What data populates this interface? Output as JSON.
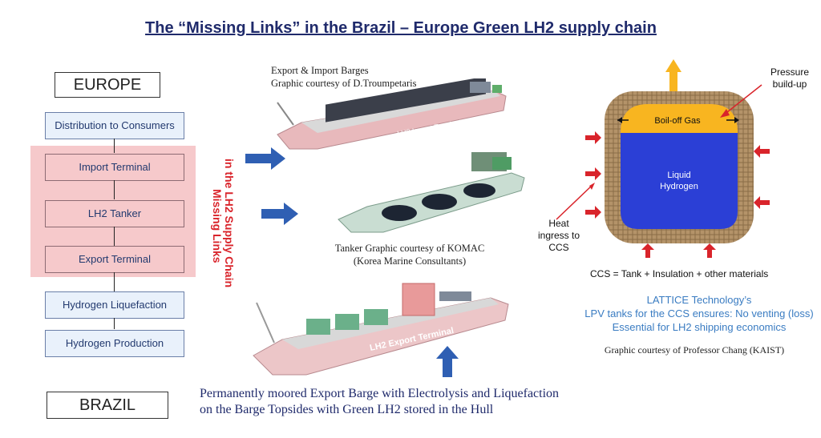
{
  "title": "The “Missing Links” in the Brazil – Europe Green LH2 supply chain",
  "regions": {
    "top": "EUROPE",
    "bottom": "BRAZIL"
  },
  "chain": {
    "distribution": "Distribution to Consumers",
    "import_terminal": "Import Terminal",
    "tanker": "LH2 Tanker",
    "export_terminal": "Export Terminal",
    "liquefaction": "Hydrogen Liquefaction",
    "production": "Hydrogen Production"
  },
  "missing_links": {
    "line1": "Missing Links",
    "line2": "in the LH2 Supply Chain"
  },
  "captions": {
    "export_barges_line1": "Export & Import Barges",
    "export_barges_line2": "Graphic courtesy of D.Troumpetaris",
    "tanker_line1": "Tanker Graphic courtesy of KOMAC",
    "tanker_line2": "(Korea Marine Consultants)",
    "barge_line1": "Permanently moored Export Barge with Electrolysis and Liquefaction",
    "barge_line2": "on the Barge Topsides with Green LH2 stored in the Hull",
    "chang": "Graphic courtesy of Professor Chang (KAIST)"
  },
  "ship_labels": {
    "import": "LH2 Import Terminal",
    "export": "LH2 Export Terminal"
  },
  "tank": {
    "boil_off": "Boil-off Gas",
    "liquid_line1": "Liquid",
    "liquid_line2": "Hydrogen",
    "pressure_line1": "Pressure",
    "pressure_line2": "build-up",
    "heat_line1": "Heat",
    "heat_line2": "ingress to",
    "heat_line3": "CCS",
    "ccs": "CCS = Tank + Insulation + other materials"
  },
  "lattice": {
    "line1": "LATTICE Technology’s",
    "line2": "LPV tanks for the CCS ensures: No venting (loss)",
    "line3": "Essential for LH2 shipping economics"
  },
  "colors": {
    "title": "#1f2a6b",
    "pink_band": "#f6c9cb",
    "missing_red": "#d9242b",
    "arrow_blue": "#2f5fb3",
    "liquid_blue": "#2b3fd6",
    "boil_off_yellow": "#f8b520",
    "lattice_blue": "#3a7cc2"
  }
}
